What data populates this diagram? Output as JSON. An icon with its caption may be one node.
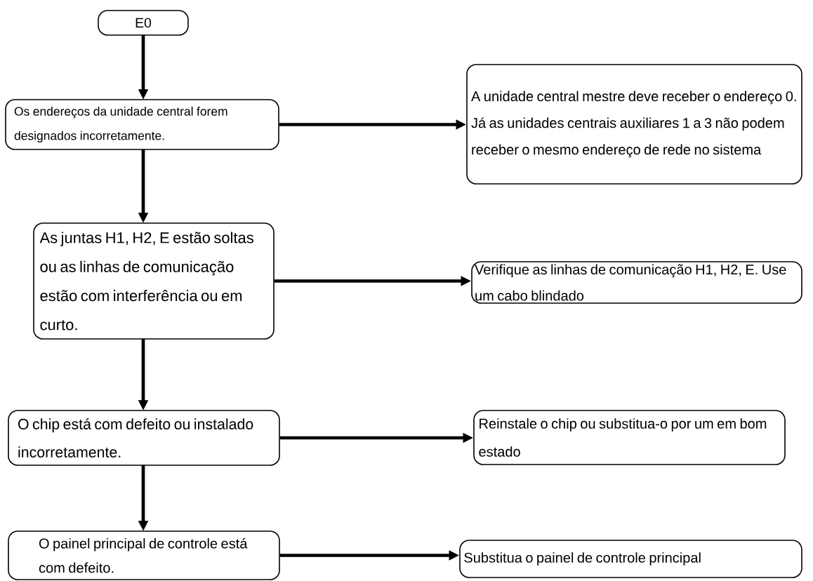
{
  "diagram": {
    "nodes": [
      {
        "text": [
          "E0"
        ]
      },
      {
        "text": [
          "Os endereços da unidade central forem designados incorretamente."
        ]
      },
      {
        "text": [
          "A unidade central mestre deve receber o endereço 0. Já as unidades centrais auxiliares 1 a 3 não podem receber o mesmo endereço de rede no sistema"
        ]
      },
      {
        "text": [
          "As juntas H1, H2, E estão soltas ou as linhas de comunicação estão com interferência ou em curto."
        ]
      },
      {
        "text": [
          "Verifique as linhas de comunicação H1, H2, E. Use um cabo blindado"
        ]
      },
      {
        "text": [
          "O chip está com defeito ou instalado incorretamente."
        ]
      },
      {
        "text": [
          "Reinstale o chip ou substitua-o por um em bom estado"
        ]
      },
      {
        "text": [
          "O painel principal de controle está com defeito."
        ]
      },
      {
        "text": [
          "Substitua o painel de controle principal"
        ]
      }
    ],
    "edges": [
      {
        "from": 0,
        "to": 1,
        "arrow": "to"
      },
      {
        "from": 1,
        "to": 2,
        "arrow": "to"
      },
      {
        "from": 1,
        "to": 3,
        "arrow": "to"
      },
      {
        "from": 3,
        "to": 4,
        "arrow": "to"
      },
      {
        "from": 3,
        "to": 5,
        "arrow": "to"
      },
      {
        "from": 5,
        "to": 6,
        "arrow": "to"
      },
      {
        "from": 5,
        "to": 7,
        "arrow": "to"
      },
      {
        "from": 7,
        "to": 8,
        "arrow": "to"
      }
    ]
  }
}
